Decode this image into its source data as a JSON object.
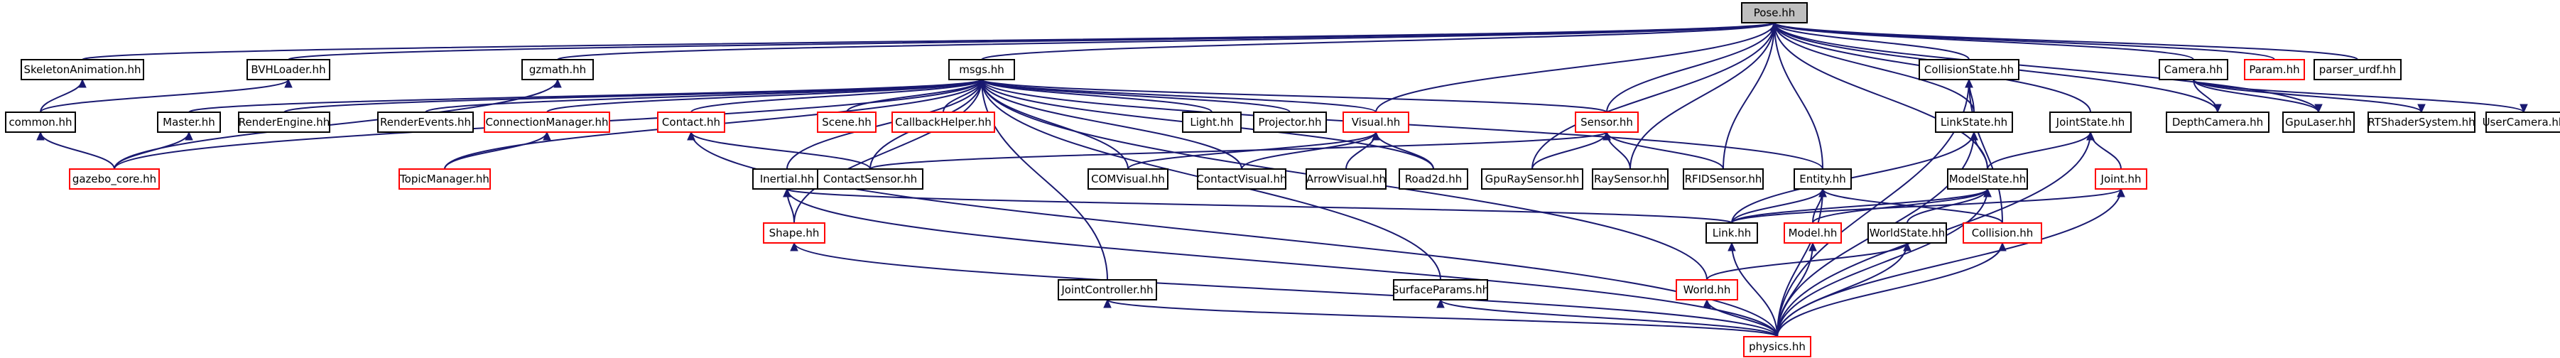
{
  "diagram": {
    "type": "include-dependency-graph",
    "colors": {
      "edge": "#191970",
      "border_black": "#000000",
      "border_red": "#ff0000",
      "root_fill": "#bfbfbf"
    },
    "nodes": [
      {
        "id": "pose",
        "label": "Pose.hh",
        "style": "root"
      },
      {
        "id": "skel",
        "label": "SkeletonAnimation.hh",
        "style": "black"
      },
      {
        "id": "bvh",
        "label": "BVHLoader.hh",
        "style": "black"
      },
      {
        "id": "gzmath",
        "label": "gzmath.hh",
        "style": "black"
      },
      {
        "id": "msgs",
        "label": "msgs.hh",
        "style": "black"
      },
      {
        "id": "colstate",
        "label": "CollisionState.hh",
        "style": "black"
      },
      {
        "id": "camera",
        "label": "Camera.hh",
        "style": "black"
      },
      {
        "id": "param",
        "label": "Param.hh",
        "style": "red"
      },
      {
        "id": "urdf",
        "label": "parser_urdf.hh",
        "style": "black"
      },
      {
        "id": "common",
        "label": "common.hh",
        "style": "black"
      },
      {
        "id": "master",
        "label": "Master.hh",
        "style": "black"
      },
      {
        "id": "render",
        "label": "RenderEngine.hh",
        "style": "black"
      },
      {
        "id": "revents",
        "label": "RenderEvents.hh",
        "style": "black"
      },
      {
        "id": "connmgr",
        "label": "ConnectionManager.hh",
        "style": "red"
      },
      {
        "id": "contact",
        "label": "Contact.hh",
        "style": "red"
      },
      {
        "id": "scene",
        "label": "Scene.hh",
        "style": "red"
      },
      {
        "id": "callback",
        "label": "CallbackHelper.hh",
        "style": "red"
      },
      {
        "id": "light",
        "label": "Light.hh",
        "style": "black"
      },
      {
        "id": "projector",
        "label": "Projector.hh",
        "style": "black"
      },
      {
        "id": "visual",
        "label": "Visual.hh",
        "style": "red"
      },
      {
        "id": "sensor",
        "label": "Sensor.hh",
        "style": "red"
      },
      {
        "id": "linkstate",
        "label": "LinkState.hh",
        "style": "black"
      },
      {
        "id": "jointstate",
        "label": "JointState.hh",
        "style": "black"
      },
      {
        "id": "depthcam",
        "label": "DepthCamera.hh",
        "style": "black"
      },
      {
        "id": "gpulaser",
        "label": "GpuLaser.hh",
        "style": "black"
      },
      {
        "id": "rtshader",
        "label": "RTShaderSystem.hh",
        "style": "black"
      },
      {
        "id": "usercam",
        "label": "UserCamera.hh",
        "style": "black"
      },
      {
        "id": "gzcore",
        "label": "gazebo_core.hh",
        "style": "red"
      },
      {
        "id": "topicmgr",
        "label": "TopicManager.hh",
        "style": "red"
      },
      {
        "id": "inertial",
        "label": "Inertial.hh",
        "style": "black"
      },
      {
        "id": "contactsensor",
        "label": "ContactSensor.hh",
        "style": "black"
      },
      {
        "id": "comvisual",
        "label": "COMVisual.hh",
        "style": "black"
      },
      {
        "id": "contactvisual",
        "label": "ContactVisual.hh",
        "style": "black"
      },
      {
        "id": "arrowvisual",
        "label": "ArrowVisual.hh",
        "style": "black"
      },
      {
        "id": "road2d",
        "label": "Road2d.hh",
        "style": "black"
      },
      {
        "id": "gpuray",
        "label": "GpuRaySensor.hh",
        "style": "black"
      },
      {
        "id": "raysensor",
        "label": "RaySensor.hh",
        "style": "black"
      },
      {
        "id": "rfid",
        "label": "RFIDSensor.hh",
        "style": "black"
      },
      {
        "id": "entity",
        "label": "Entity.hh",
        "style": "black"
      },
      {
        "id": "modelstate",
        "label": "ModelState.hh",
        "style": "black"
      },
      {
        "id": "joint",
        "label": "Joint.hh",
        "style": "red"
      },
      {
        "id": "shape",
        "label": "Shape.hh",
        "style": "red"
      },
      {
        "id": "link",
        "label": "Link.hh",
        "style": "black"
      },
      {
        "id": "model",
        "label": "Model.hh",
        "style": "red"
      },
      {
        "id": "worldstate",
        "label": "WorldState.hh",
        "style": "black"
      },
      {
        "id": "collision",
        "label": "Collision.hh",
        "style": "red"
      },
      {
        "id": "world",
        "label": "World.hh",
        "style": "red"
      },
      {
        "id": "jointctrl",
        "label": "JointController.hh",
        "style": "black"
      },
      {
        "id": "surface",
        "label": "SurfaceParams.hh",
        "style": "black"
      },
      {
        "id": "physics",
        "label": "physics.hh",
        "style": "red"
      }
    ],
    "edges": [
      [
        "skel",
        "pose"
      ],
      [
        "bvh",
        "pose"
      ],
      [
        "gzmath",
        "pose"
      ],
      [
        "msgs",
        "pose"
      ],
      [
        "colstate",
        "pose"
      ],
      [
        "camera",
        "pose"
      ],
      [
        "param",
        "pose"
      ],
      [
        "urdf",
        "pose"
      ],
      [
        "visual",
        "pose"
      ],
      [
        "sensor",
        "pose"
      ],
      [
        "linkstate",
        "pose"
      ],
      [
        "jointstate",
        "pose"
      ],
      [
        "gpuray",
        "pose"
      ],
      [
        "raysensor",
        "pose"
      ],
      [
        "rfid",
        "pose"
      ],
      [
        "entity",
        "pose"
      ],
      [
        "modelstate",
        "pose"
      ],
      [
        "depthcam",
        "pose"
      ],
      [
        "gpulaser",
        "pose"
      ],
      [
        "common",
        "skel"
      ],
      [
        "common",
        "bvh"
      ],
      [
        "gzcore",
        "common"
      ],
      [
        "gzcore",
        "gzmath"
      ],
      [
        "gzcore",
        "master"
      ],
      [
        "gzcore",
        "msgs"
      ],
      [
        "master",
        "msgs"
      ],
      [
        "render",
        "msgs"
      ],
      [
        "revents",
        "msgs"
      ],
      [
        "connmgr",
        "msgs"
      ],
      [
        "topicmgr",
        "msgs"
      ],
      [
        "topicmgr",
        "connmgr"
      ],
      [
        "contact",
        "msgs"
      ],
      [
        "scene",
        "msgs"
      ],
      [
        "callback",
        "msgs"
      ],
      [
        "light",
        "msgs"
      ],
      [
        "projector",
        "msgs"
      ],
      [
        "visual",
        "msgs"
      ],
      [
        "sensor",
        "msgs"
      ],
      [
        "inertial",
        "msgs"
      ],
      [
        "contactsensor",
        "msgs"
      ],
      [
        "contactsensor",
        "contact"
      ],
      [
        "contactsensor",
        "sensor"
      ],
      [
        "comvisual",
        "msgs"
      ],
      [
        "comvisual",
        "visual"
      ],
      [
        "contactvisual",
        "msgs"
      ],
      [
        "contactvisual",
        "visual"
      ],
      [
        "arrowvisual",
        "visual"
      ],
      [
        "road2d",
        "msgs"
      ],
      [
        "road2d",
        "visual"
      ],
      [
        "shape",
        "msgs"
      ],
      [
        "jointctrl",
        "msgs"
      ],
      [
        "surface",
        "msgs"
      ],
      [
        "world",
        "msgs"
      ],
      [
        "entity",
        "msgs"
      ],
      [
        "gpuray",
        "sensor"
      ],
      [
        "raysensor",
        "sensor"
      ],
      [
        "rfid",
        "sensor"
      ],
      [
        "camera",
        "depthcam"
      ],
      [
        "camera",
        "gpulaser"
      ],
      [
        "camera",
        "rtshader"
      ],
      [
        "camera",
        "usercam"
      ],
      [
        "shape",
        "inertial"
      ],
      [
        "link",
        "inertial"
      ],
      [
        "physics",
        "inertial"
      ],
      [
        "physics",
        "contact"
      ],
      [
        "physics",
        "shape"
      ],
      [
        "physics",
        "jointctrl"
      ],
      [
        "physics",
        "surface"
      ],
      [
        "physics",
        "world"
      ],
      [
        "physics",
        "link"
      ],
      [
        "physics",
        "model"
      ],
      [
        "physics",
        "worldstate"
      ],
      [
        "physics",
        "collision"
      ],
      [
        "physics",
        "joint"
      ],
      [
        "physics",
        "entity"
      ],
      [
        "physics",
        "modelstate"
      ],
      [
        "physics",
        "linkstate"
      ],
      [
        "physics",
        "jointstate"
      ],
      [
        "physics",
        "colstate"
      ],
      [
        "linkstate",
        "colstate"
      ],
      [
        "modelstate",
        "linkstate"
      ],
      [
        "modelstate",
        "jointstate"
      ],
      [
        "joint",
        "jointstate"
      ],
      [
        "link",
        "entity"
      ],
      [
        "model",
        "entity"
      ],
      [
        "collision",
        "entity"
      ],
      [
        "link",
        "linkstate"
      ],
      [
        "collision",
        "colstate"
      ],
      [
        "link",
        "modelstate"
      ],
      [
        "model",
        "modelstate"
      ],
      [
        "worldstate",
        "modelstate"
      ],
      [
        "world",
        "worldstate"
      ],
      [
        "link",
        "joint"
      ]
    ]
  }
}
